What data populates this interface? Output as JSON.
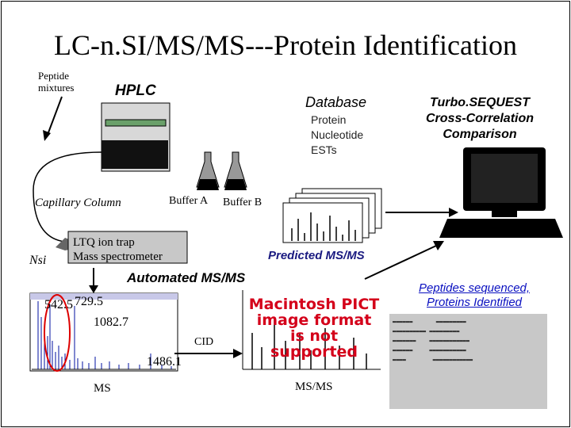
{
  "slide": {
    "title": "LC-n.SI/MS/MS---Protein Identification",
    "peptide_mixtures": "Peptide mixtures",
    "hplc": "HPLC",
    "database": "Database",
    "database_items": [
      "Protein",
      "Nucleotide",
      "ESTs"
    ],
    "turbo_lines": [
      "Turbo.SEQUEST",
      "Cross-Correlation",
      "Comparison"
    ],
    "capillary_column": "Capillary Column",
    "buffer_a": "Buffer A",
    "buffer_b": "Buffer B",
    "nsi": "Nsi",
    "ltq_lines": [
      "LTQ ion trap",
      "Mass spectrometer"
    ],
    "predicted": "Predicted MS/MS",
    "automated": "Automated MS/MS",
    "sequenced_lines": [
      "Peptides sequenced,",
      "Proteins Identified"
    ],
    "ms_label": "MS",
    "msms_label": "MS/MS",
    "cid": "CID",
    "peaks": [
      "542.5",
      "729.5",
      "1082.7",
      "1486.1"
    ],
    "pict_lines": [
      "Macintosh PICT",
      "image format",
      "is not supported"
    ]
  },
  "colors": {
    "accent_blue": "#0a10c0",
    "pict_red": "#d4001a",
    "hplc_dark": "#111111"
  }
}
